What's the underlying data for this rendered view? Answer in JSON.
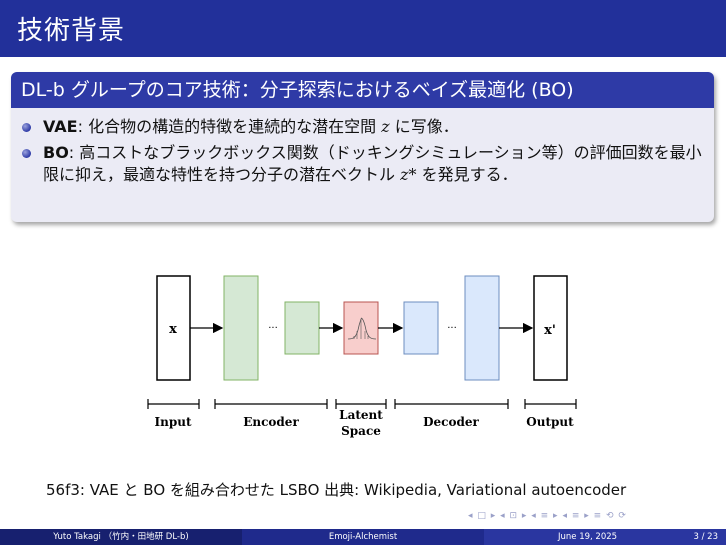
{
  "slide": {
    "title": "技術背景"
  },
  "block": {
    "heading": "DL-b グループのコア技術：分子探索におけるベイズ最適化 (BO)",
    "items": [
      {
        "keyword": "VAE",
        "text_pre": ": 化合物の構造的特徴を連続的な潜在空間 ",
        "var": "z",
        "text_post": " に写像．"
      },
      {
        "keyword": "BO",
        "text_pre": ": 高コストなブラックボックス関数（ドッキングシミュレーション等）の評価回数を最小限に抑え，最適な特性を持つ分子の潜在ベクトル ",
        "var": "z*",
        "text_post": " を発見する．"
      }
    ]
  },
  "diagram": {
    "input_symbol": "x",
    "output_symbol": "x'",
    "ellipsis": "...",
    "labels": {
      "input": "Input",
      "encoder": "Encoder",
      "latent_line1": "Latent",
      "latent_line2": "Space",
      "decoder": "Decoder",
      "output": "Output"
    },
    "colors": {
      "encoder_fill": "#d5e8d4",
      "encoder_stroke": "#82b366",
      "latent_fill": "#f8cecc",
      "latent_stroke": "#b85450",
      "decoder_fill": "#dae8fc",
      "decoder_stroke": "#6c8ebf"
    }
  },
  "caption": "56f3: VAE と BO を組み合わせた LSBO 出典: Wikipedia, Variational autoencoder",
  "footer": {
    "author": "Yuto Takagi （竹内・田地研 DL-b)",
    "title": "Emoji-Alchemist",
    "date": "June 19, 2025",
    "page": "3 / 23"
  },
  "nav_symbols": "◂ □ ▸ ◂ ⊡ ▸ ◂ ≡ ▸ ◂ ≡ ▸ ≡ ⟲ ⟳"
}
